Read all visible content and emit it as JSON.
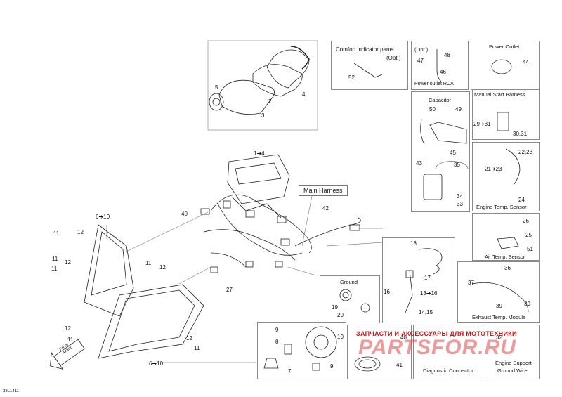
{
  "diagram_code": "38L1411",
  "main_harness_label": "Main Harness",
  "boxes": {
    "comfort": {
      "title": "Comfort indicator panel",
      "title2": "(Opt.)",
      "callouts": [
        "52"
      ]
    },
    "power_rca": {
      "title": "(Opt.)",
      "footer": "Power outlet RCA",
      "callouts": [
        "48",
        "47",
        "46"
      ]
    },
    "power_outlet": {
      "title": "Power Outlet",
      "callouts": [
        "44"
      ]
    },
    "capacitor": {
      "title": "Capacitor",
      "callouts": [
        "50",
        "49",
        "45",
        "43",
        "35",
        "34",
        "33"
      ]
    },
    "manual_start": {
      "title": "Manual Start Harness",
      "callouts": [
        "29➔31",
        "30,31"
      ]
    },
    "engine_temp": {
      "footer": "Engine Temp. Sensor",
      "callouts": [
        "22,23",
        "21➔23",
        "24"
      ]
    },
    "air_temp": {
      "footer": "Air Temp. Sensor",
      "callouts": [
        "26",
        "25",
        "51"
      ]
    },
    "exhaust_temp": {
      "footer": "Exhaust Temp. Module",
      "callouts": [
        "36",
        "37",
        "39",
        "39"
      ]
    },
    "harness_small": {
      "callouts": [
        "18",
        "17",
        "16",
        "13➔16",
        "14,15"
      ]
    },
    "ground": {
      "title": "Ground",
      "callouts": [
        "19",
        "20"
      ]
    },
    "headlight_bulb": {
      "callouts": [
        "9",
        "8",
        "7",
        "9",
        "10"
      ]
    },
    "belt_box": {
      "callouts": [
        "41"
      ]
    },
    "diag": {
      "callouts": [
        "40"
      ],
      "footer": "Diagnostic Connector"
    },
    "support": {
      "callouts": [
        "32"
      ],
      "footer1": "Engine Support",
      "footer2": "Ground Wire"
    },
    "gauges": {
      "callouts": [
        "5",
        "2",
        "4",
        "3"
      ]
    }
  },
  "callouts_main": {
    "c1_4": "1➔4",
    "c40": "40",
    "c42": "42",
    "c6_10_top": "6➔10",
    "c6_10_bottom": "6➔10",
    "c27": "27",
    "c11a": "11",
    "c12a": "12",
    "c11b": "11",
    "c12b": "12",
    "c11c": "11",
    "c12c": "12",
    "c12d": "12",
    "c11d": "11",
    "c12e": "12",
    "c11e": "11"
  },
  "front_label": "Front Avant",
  "watermark_text": "ЗАПЧАСТИ И АКСЕССУАРЫ ДЛЯ МОТОТЕХНИКИ",
  "watermark_logo": "PARTSFOR.RU",
  "oil_drop_icon": "oil-drop-icon"
}
